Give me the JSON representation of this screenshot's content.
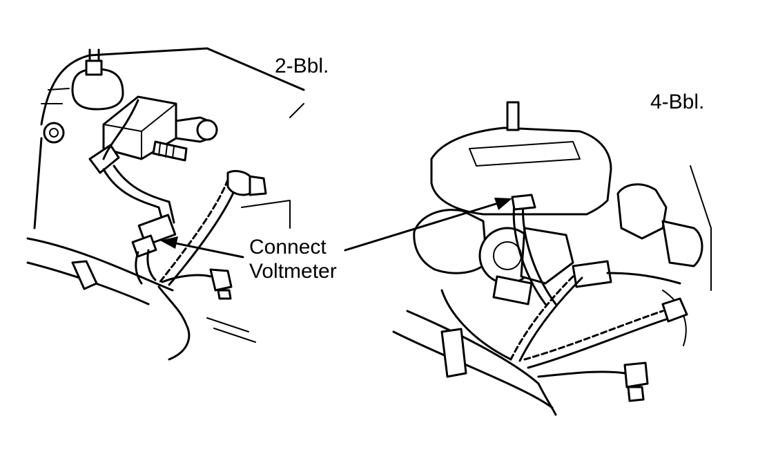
{
  "labels": {
    "two_bbl": "2-Bbl.",
    "four_bbl": "4-Bbl.",
    "callout_line1": "Connect",
    "callout_line2": "Voltmeter"
  }
}
